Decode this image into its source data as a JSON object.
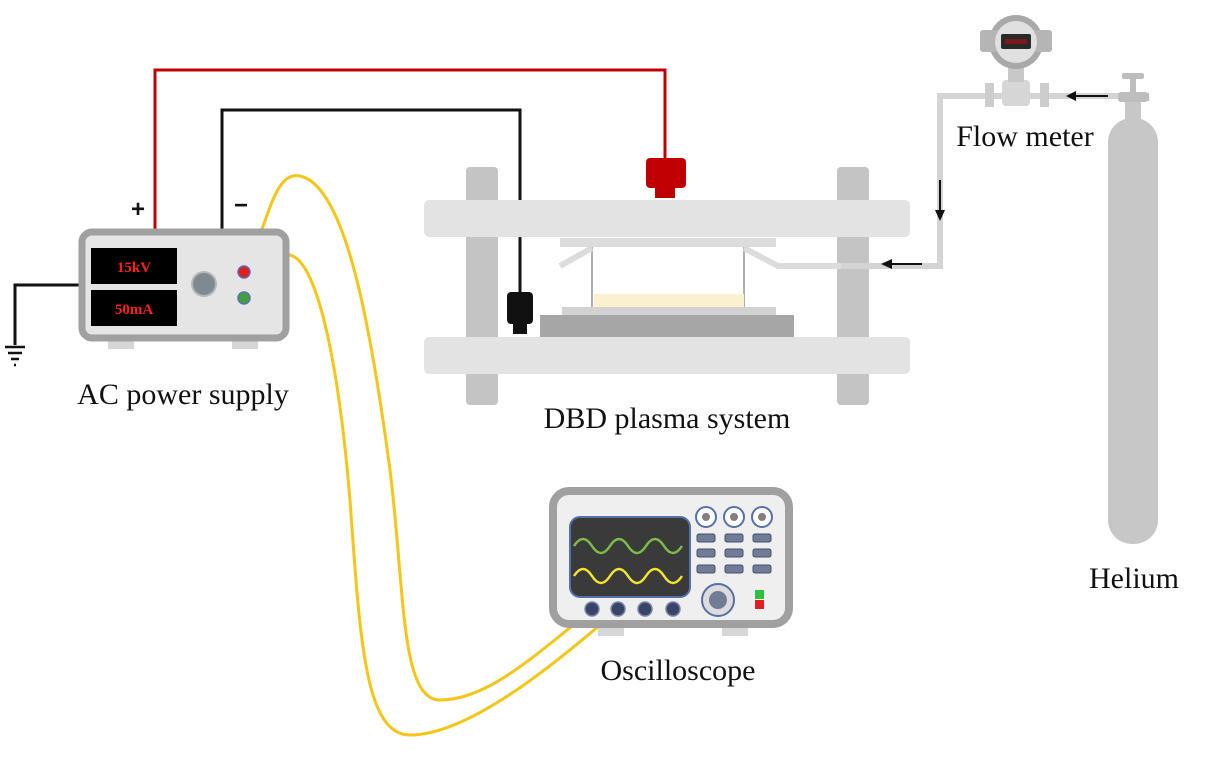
{
  "labels": {
    "power_supply": "AC power supply",
    "plasma_system": "DBD plasma system",
    "flow_meter": "Flow meter",
    "helium": "Helium",
    "oscilloscope": "Oscilloscope",
    "plus": "+",
    "minus": "−"
  },
  "power_supply": {
    "voltage_display": "15kV",
    "current_display": "50mA"
  },
  "colors": {
    "high_voltage_wire": "#c00000",
    "ground_wire": "#111111",
    "probe_wire": "#f5c518",
    "gas_line": "#d4d4d4",
    "frame": "#d9d9d9",
    "sample": "#fbf0cf",
    "display_text": "#ff2020",
    "trace_green": "#7cbc4a",
    "trace_yellow": "#f2e531"
  }
}
